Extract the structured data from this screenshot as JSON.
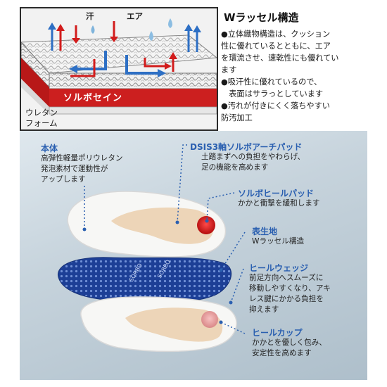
{
  "diagram": {
    "label_sweat": "汗",
    "label_air": "エア",
    "band_label": "ソルボセイン",
    "label_foam_line1": "ウレタン",
    "label_foam_line2": "フォーム"
  },
  "structure": {
    "title": "Wラッセル構造",
    "lines": [
      "●立体織物構造は、クッション",
      "性に優れているとともに、エア",
      "を環流させ、速乾性にも優れてい",
      "ます",
      "●吸汗性に優れているので、",
      "　表面はサラっとしています",
      "●汚れが付きにくく落ちやすい",
      "防汚加工"
    ]
  },
  "features": {
    "body": {
      "title": "本体",
      "lines": [
        "高弾性軽量ポリウレタン",
        "発泡素材で運動性が",
        "アップします"
      ]
    },
    "arch_pad": {
      "title": "DSIS3軸ソルボアーチパッド",
      "lines": [
        "土踏まずへの負担をやわらげ、",
        "足の機能を高めます"
      ]
    },
    "heel_pad": {
      "title": "ソルボヒールパッド",
      "lines": [
        "かかと衝撃を緩和します"
      ]
    },
    "surface": {
      "title": "表生地",
      "lines": [
        "Wラッセル構造"
      ]
    },
    "heel_wedge": {
      "title": "ヒールウェッジ",
      "lines": [
        "前足方向へスムーズに",
        "移動しやすくなり、アキ",
        "レス腱にかかる負担を",
        "抑えます"
      ]
    },
    "heel_cup": {
      "title": "ヒールカップ",
      "lines": [
        "かかとを優しく包み、",
        "安定性を高めます"
      ]
    }
  },
  "colors": {
    "accent_blue": "#2a5fb0",
    "sorbo_red": "#cc1f1f",
    "mesh_blue": "#1d3f96"
  }
}
